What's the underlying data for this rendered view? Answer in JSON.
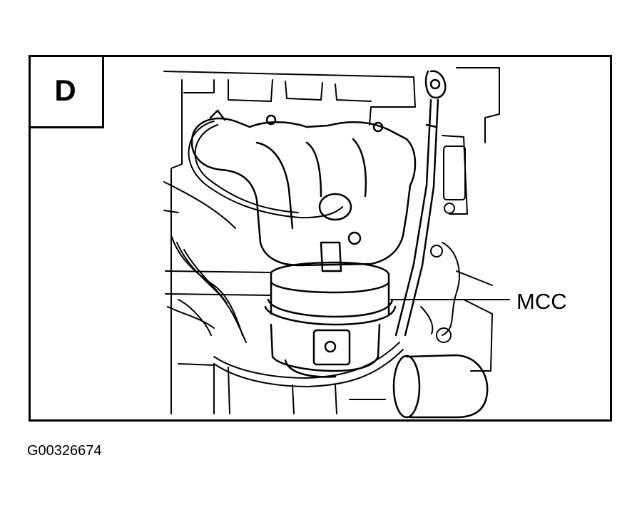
{
  "panel": {
    "letter": "D"
  },
  "callouts": [
    {
      "label": "MCC"
    }
  ],
  "figure": {
    "id": "G00326674"
  },
  "colors": {
    "ink": "#000000",
    "paper": "#ffffff"
  }
}
